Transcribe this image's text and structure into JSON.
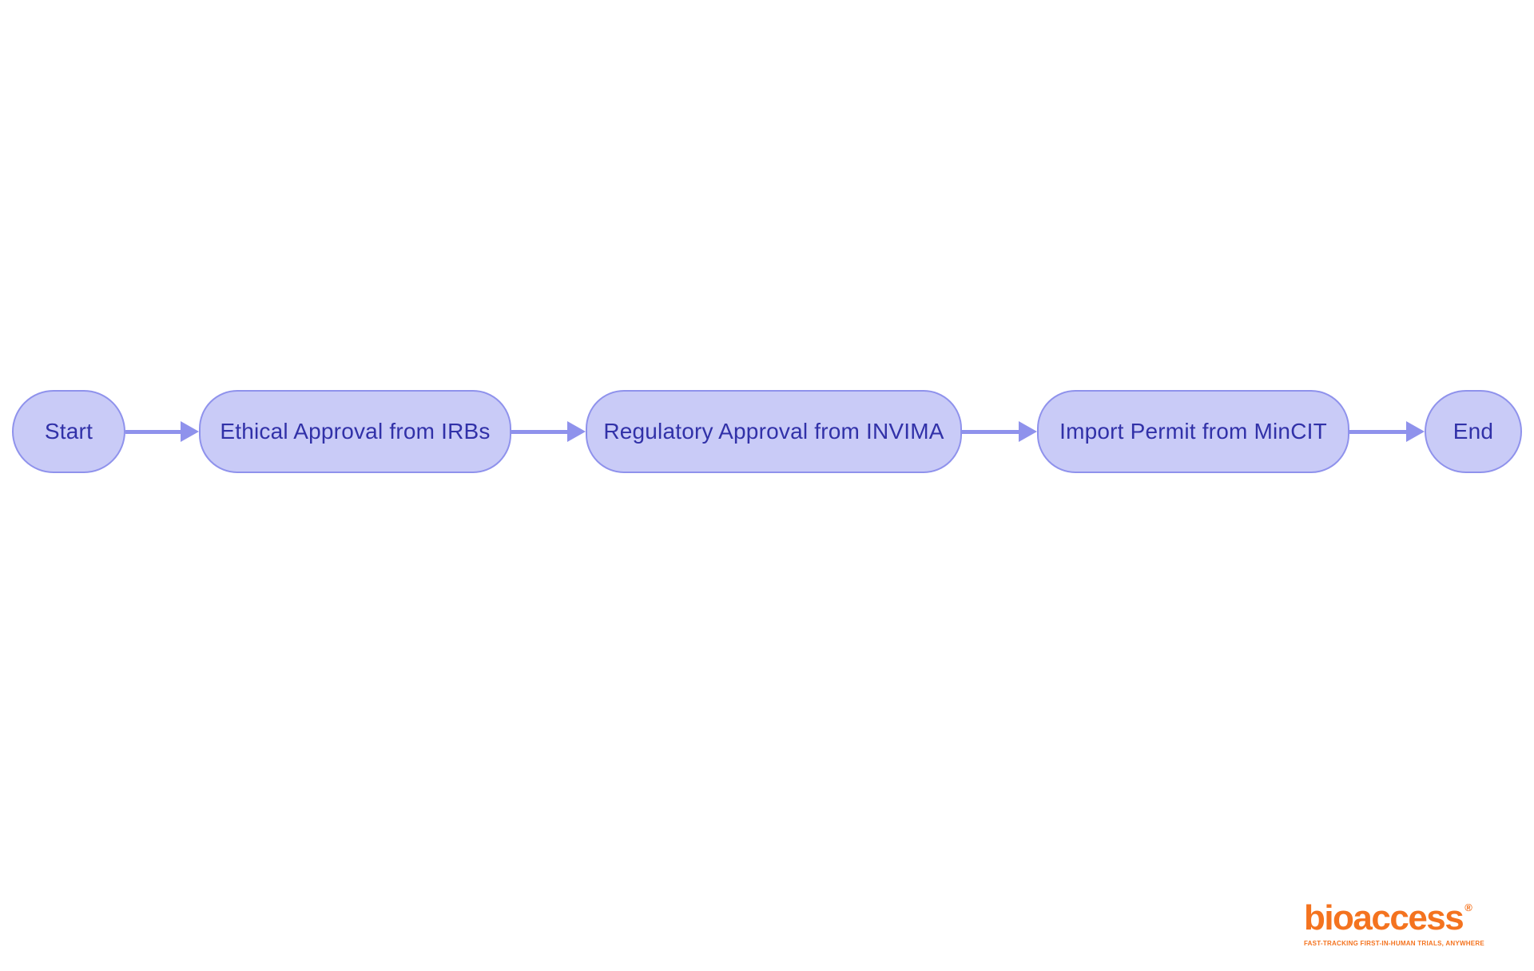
{
  "diagram": {
    "type": "flowchart",
    "direction": "left-to-right",
    "nodes": [
      {
        "id": "start",
        "label": "Start",
        "shape": "stadium"
      },
      {
        "id": "ethical",
        "label": "Ethical Approval from IRBs",
        "shape": "stadium"
      },
      {
        "id": "regulatory",
        "label": "Regulatory Approval from INVIMA",
        "shape": "stadium"
      },
      {
        "id": "import",
        "label": "Import Permit from MinCIT",
        "shape": "stadium"
      },
      {
        "id": "end",
        "label": "End",
        "shape": "stadium"
      }
    ],
    "edges": [
      {
        "from": "start",
        "to": "ethical"
      },
      {
        "from": "ethical",
        "to": "regulatory"
      },
      {
        "from": "regulatory",
        "to": "import"
      },
      {
        "from": "import",
        "to": "end"
      }
    ],
    "colors": {
      "node_fill": "#c9cbf7",
      "node_border": "#8f92ec",
      "node_text": "#3131a8",
      "arrow": "#8f92ec",
      "background": "#ffffff"
    }
  },
  "branding": {
    "logo_text": "bioaccess",
    "registered_mark": "®",
    "tagline": "FAST-TRACKING FIRST-IN-HUMAN TRIALS, ANYWHERE",
    "logo_color": "#f4731f"
  }
}
